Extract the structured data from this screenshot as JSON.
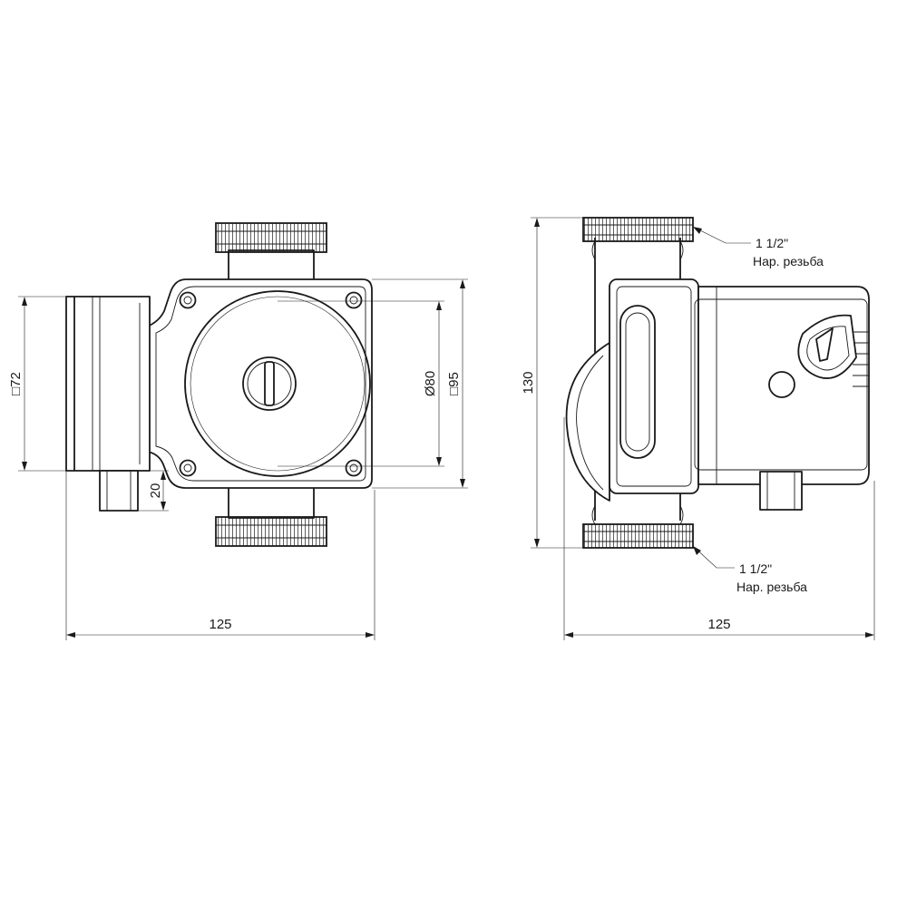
{
  "front_view": {
    "dim_width": "125",
    "dim_square_72": "□72",
    "dim_diameter_80": "Ø80",
    "dim_square_95": "□95",
    "dim_20": "20"
  },
  "side_view": {
    "dim_height": "130",
    "dim_width": "125",
    "top_thread_size": "1 1/2\"",
    "top_thread_type": "Нар. резьба",
    "bottom_thread_size": "1 1/2\"",
    "bottom_thread_type": "Нар. резьба"
  }
}
